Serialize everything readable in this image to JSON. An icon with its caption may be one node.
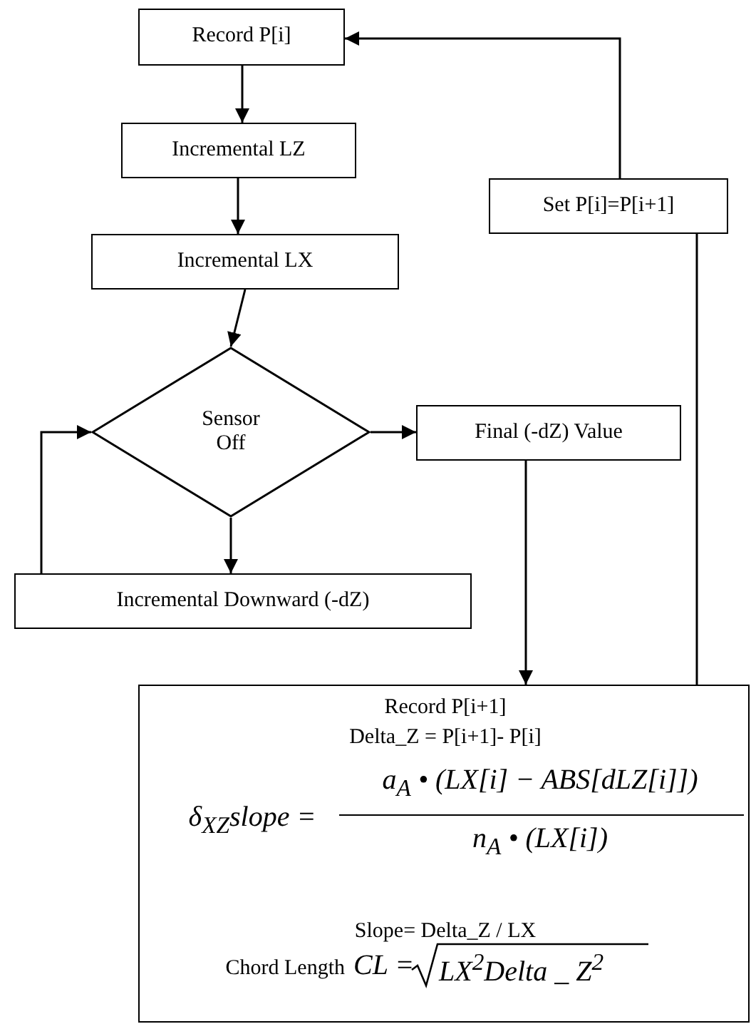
{
  "diagram": {
    "nodes": [
      {
        "text": [
          "Record P[i]"
        ]
      },
      {
        "text": [
          "Incremental LZ"
        ]
      },
      {
        "text": [
          "Incremental LX"
        ]
      },
      {
        "text": [
          "Sensor Off"
        ]
      },
      {
        "text": [
          "Final (-dZ) Value"
        ]
      },
      {
        "text": [
          "Incremental Downward (-dZ)"
        ]
      },
      {
        "text": [
          "Set P[i]=P[i+1]"
        ]
      },
      {
        "text": [
          "Record P[i+1]",
          "Delta_Z = P[i+1]- P[i]",
          "δ$_{XZ}$slope =",
          "a$_{A}$ • (LX[i] − ABS[dLZ[i]])",
          "n$_{A}$ • (LX[i])",
          "Slope= Delta_Z / LX",
          "Chord Length",
          "CL =",
          "LX$^{2}$Delta _ Z$^{2}$"
        ]
      }
    ],
    "edges": [
      {
        "from": 0,
        "to": 1,
        "arrow": "to"
      },
      {
        "from": 1,
        "to": 2,
        "arrow": "to"
      },
      {
        "from": 2,
        "to": 3,
        "arrow": "to"
      },
      {
        "from": 3,
        "to": 4,
        "arrow": "to"
      },
      {
        "from": 3,
        "to": 5,
        "arrow": "to"
      },
      {
        "from": 5,
        "to": 3,
        "arrow": "to"
      },
      {
        "from": 4,
        "to": 7,
        "arrow": "to"
      },
      {
        "from": 7,
        "to": 6,
        "arrow": "none"
      },
      {
        "from": 6,
        "to": 0,
        "arrow": "to"
      }
    ]
  }
}
